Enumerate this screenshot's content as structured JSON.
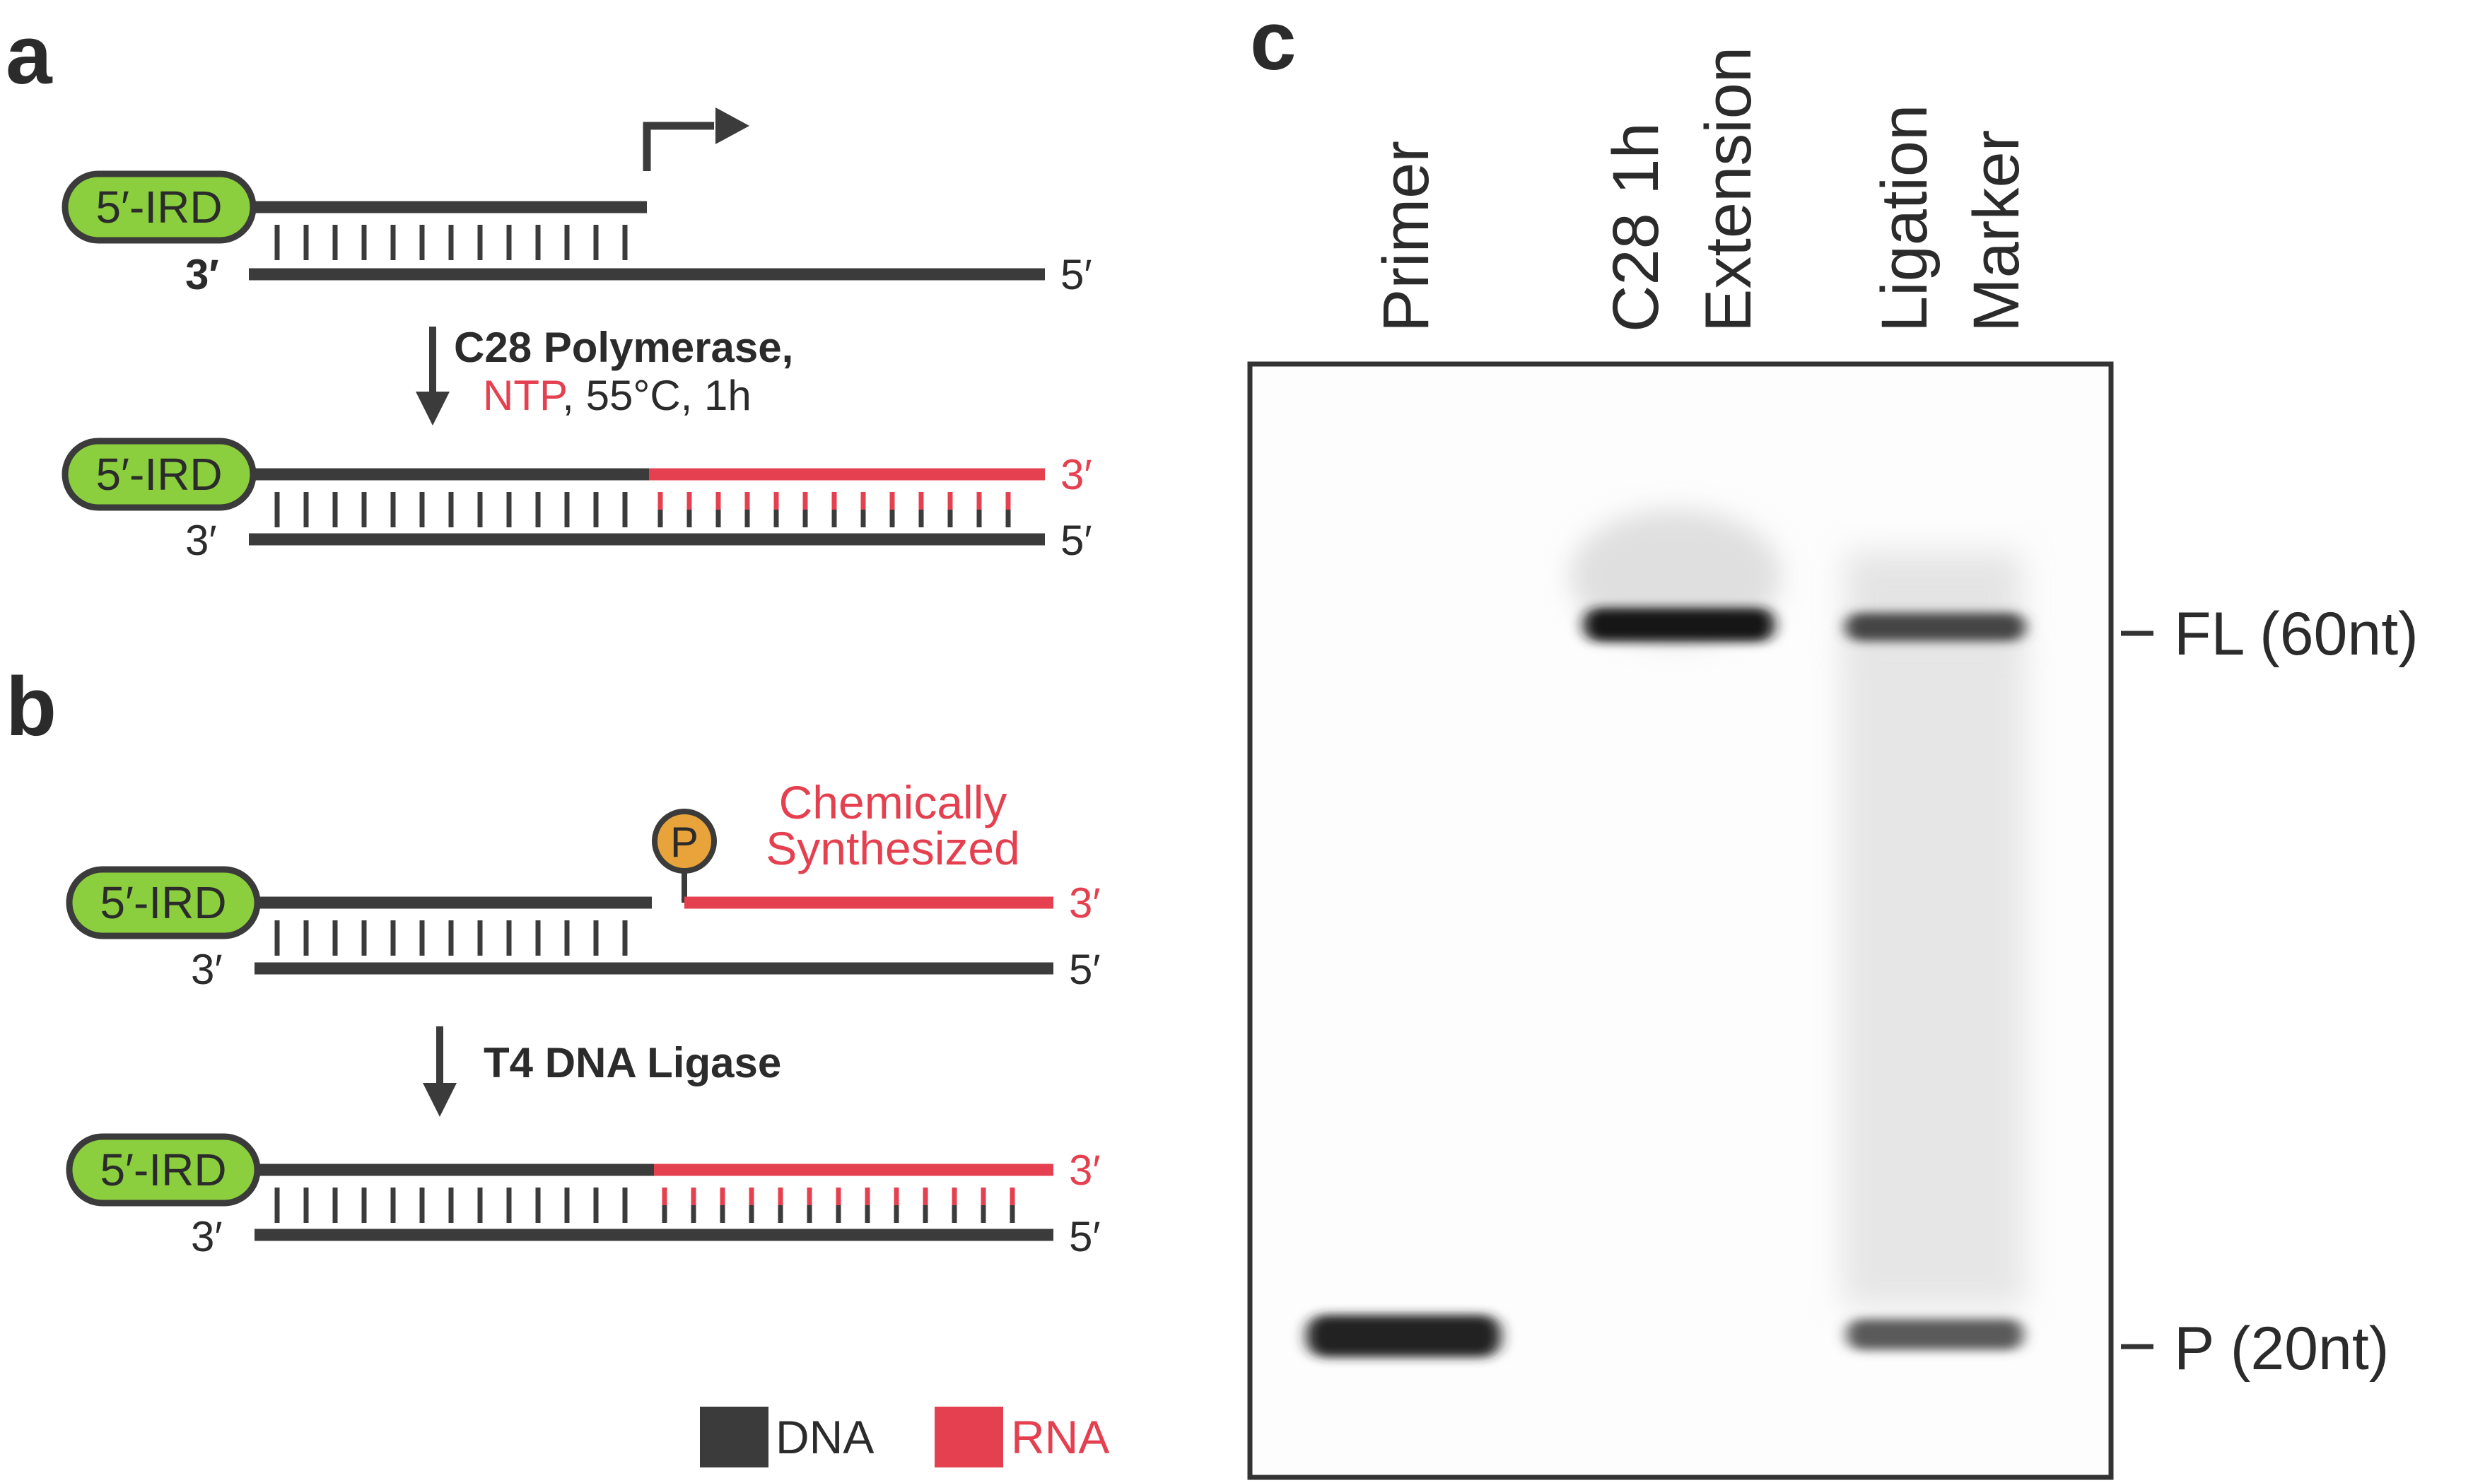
{
  "panels": {
    "a": {
      "label": "a",
      "top_duplex": {
        "primer_label": "5′-IRD",
        "template_3": "3′",
        "template_5": "5′"
      },
      "step": {
        "enzyme": "C28 Polymerase,",
        "substrate": "NTP",
        "conditions": ", 55°C, 1h"
      },
      "bottom_duplex": {
        "primer_label": "5′-IRD",
        "product_3": "3′",
        "template_3": "3′",
        "template_5": "5′"
      }
    },
    "b": {
      "label": "b",
      "phosphate": "P",
      "rna_caption_line1": "Chemically",
      "rna_caption_line2": "Synthesized",
      "top_duplex": {
        "primer_label": "5′-IRD",
        "rna_3": "3′",
        "template_3": "3′",
        "template_5": "5′"
      },
      "step": {
        "enzyme": "T4 DNA Ligase"
      },
      "bottom_duplex": {
        "primer_label": "5′-IRD",
        "product_3": "3′",
        "template_3": "3′",
        "template_5": "5′"
      }
    },
    "c": {
      "label": "c",
      "lanes": [
        {
          "line1": "Primer",
          "line2": ""
        },
        {
          "line1": "C28 1h",
          "line2": "Extension"
        },
        {
          "line1": "Ligation",
          "line2": "Marker"
        }
      ],
      "markers": [
        {
          "label": "FL (60nt)"
        },
        {
          "label": "P (20nt)"
        }
      ]
    }
  },
  "legend": [
    {
      "label": "DNA",
      "color": "#3b3b3b"
    },
    {
      "label": "RNA",
      "color": "#e5404f"
    }
  ],
  "colors": {
    "dna": "#3b3b3b",
    "rna": "#e5404f",
    "ird_fill": "#8bcf3e",
    "phosphate_fill": "#e8a33a",
    "band": "#1a1a1a"
  }
}
